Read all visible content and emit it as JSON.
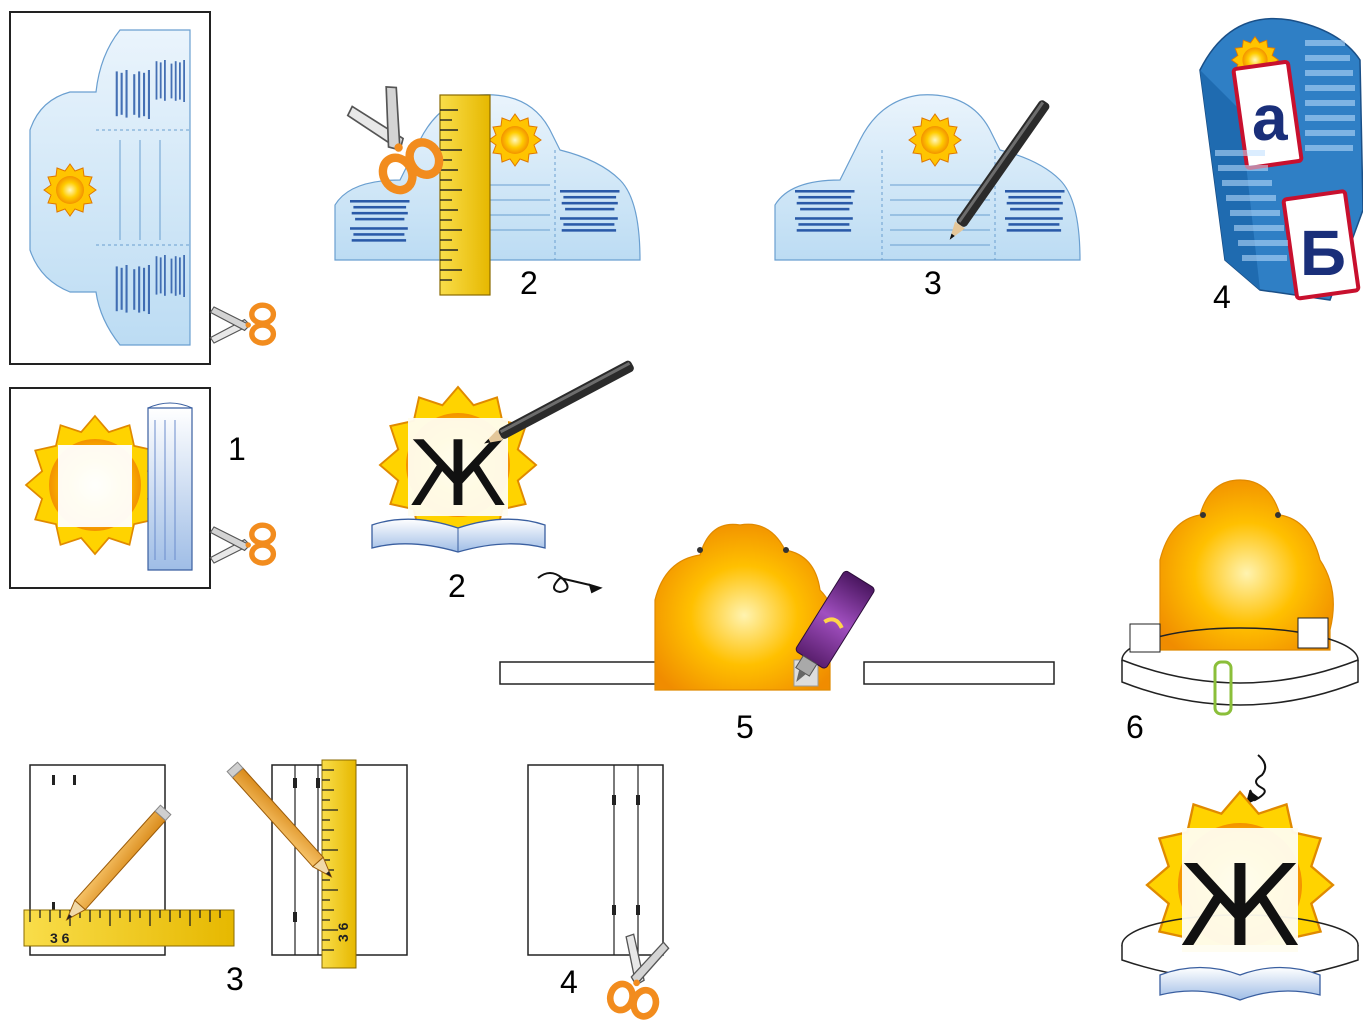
{
  "steps": {
    "top_craft_1": "1",
    "top_craft_2": "2",
    "top_craft_3": "3",
    "top_craft_4": "4",
    "mid_craft_2": "2",
    "mid_craft_5": "5",
    "mid_craft_6": "6",
    "bottom_3": "3",
    "bottom_4": "4"
  },
  "letters": {
    "mid_sun": "Ж",
    "final_crown": "Ж",
    "card_a": "а",
    "card_b": "Б"
  },
  "ruler_marks": {
    "horizontal": "3 6",
    "vertical": "3 6"
  },
  "colors": {
    "sun_orange": "#f7a21b",
    "sun_yellow": "#ffd300",
    "paper_blue": "#cfe6f7",
    "scissors_orange": "#f28c1e",
    "ruler_yellow": "#f6d22b",
    "outline": "#1a1a1a"
  }
}
